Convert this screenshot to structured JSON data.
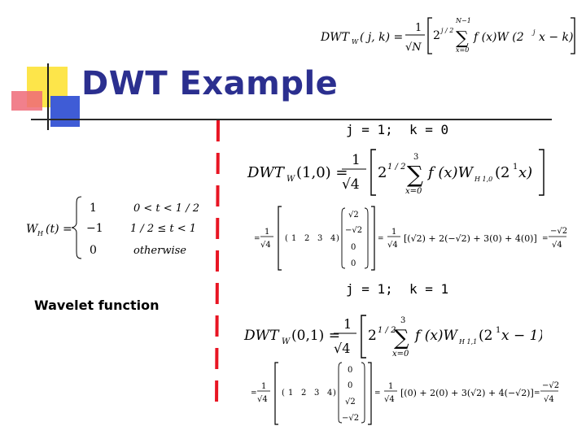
{
  "slide": {
    "title": "DWT Example",
    "wavelet_label": "Wavelet function",
    "cond1": {
      "j": "j = 1;",
      "k": "k = 0"
    },
    "cond2": {
      "j": "j = 1;",
      "k": "k = 1"
    }
  },
  "formulas": {
    "general": {
      "lhs": "DWT",
      "sub": "W",
      "args": "( j, k) =",
      "frac_num": "1",
      "frac_den": "√N",
      "pow": "2",
      "pow_exp": "j / 2",
      "sum_top": "N−1",
      "sum_bot": "x=0",
      "body": "f (x)W (2",
      "body_exp": "j",
      "body_tail": "x − k)"
    },
    "wavelet": {
      "lhs": "W",
      "lhs_sub": "H",
      "lhs_tail": "(t) =",
      "rows": [
        {
          "value": "1",
          "cond": "0 < t < 1 / 2"
        },
        {
          "value": "−1",
          "cond": "1 / 2 ≤ t < 1"
        },
        {
          "value": "0",
          "cond": "otherwise"
        }
      ]
    },
    "k0": {
      "lhs": "DWT",
      "sub": "W",
      "args": "(1,0) =",
      "frac_num": "1",
      "frac_den": "√4",
      "pow": "2",
      "pow_exp": "1 / 2",
      "sum_top": "3",
      "sum_bot": "x=0",
      "body": "f (x)W",
      "body_sub": "H 1,0",
      "body_tail": "(2",
      "body_exp": "1",
      "body_tail2": "x)",
      "row_vec": [
        "1",
        "2",
        "3",
        "4"
      ],
      "col_vec": [
        "√2",
        "−√2",
        "0",
        "0"
      ],
      "expand": "[(√2) + 2(−√2) + 3(0) + 4(0)]",
      "result_num": "−√2",
      "result_den": "√4"
    },
    "k1": {
      "lhs": "DWT",
      "sub": "W",
      "args": "(0,1) =",
      "frac_num": "1",
      "frac_den": "√4",
      "pow": "2",
      "pow_exp": "1 / 2",
      "sum_top": "3",
      "sum_bot": "x=0",
      "body": "f (x)W",
      "body_sub": "H 1,1",
      "body_tail": "(2",
      "body_exp": "1",
      "body_tail2": "x − 1)",
      "row_vec": [
        "1",
        "2",
        "3",
        "4"
      ],
      "col_vec": [
        "0",
        "0",
        "√2",
        "−√2"
      ],
      "expand": "[(0) + 2(0) + 3(√2) + 4(−√2)]",
      "result_num": "−√2",
      "result_den": "√4"
    }
  }
}
